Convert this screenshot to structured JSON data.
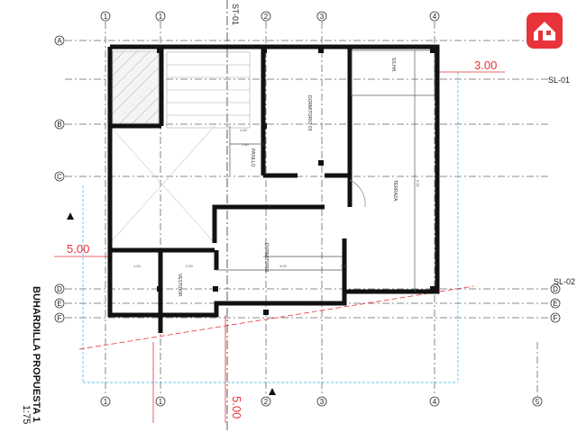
{
  "title": "BUHARDILLA PROPUESTA 1",
  "scale": "1:75",
  "section_marks": {
    "top": "ST-01"
  },
  "grid_columns": [
    "1",
    "1",
    "2",
    "3",
    "4",
    "5"
  ],
  "grid_rows": [
    "A",
    "B",
    "C",
    "D",
    "E",
    "F"
  ],
  "section_lines": [
    "SL-01",
    "SL-02"
  ],
  "dimensions": {
    "top_right": "3.00",
    "left": "5.00",
    "bottom": "5.00"
  },
  "rooms": {
    "dormitorio_top": "DORMITORIO 03",
    "dormitorio_mid": "DORMITORIO",
    "pasillo": "PASILLO",
    "terraza": "TERRAZA",
    "vestidor": "VESTIDOR",
    "bano": "SS.HH."
  },
  "small_dims": [
    "1.00",
    "1.80",
    "1.00",
    "4.00",
    "0.11",
    "2.00",
    "5.00"
  ],
  "colors": {
    "wall": "#111111",
    "grid": "#555555",
    "red": "#e8333a",
    "cyan": "#29b6e8",
    "logo": "#e8333a"
  }
}
